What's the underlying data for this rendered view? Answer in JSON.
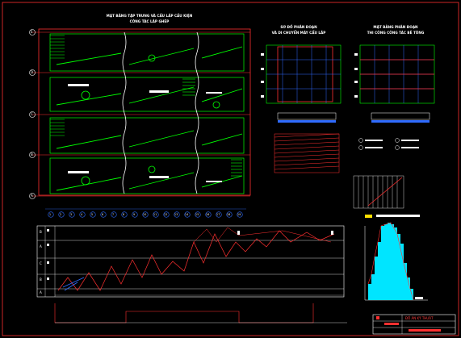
{
  "drawing": {
    "main_title_line1": "MẶT BẰNG TẬP TRUNG VÀ CẤU LẮP CẤU KIỆN",
    "main_title_line2": "CÔNG TÁC LẮP GHÉP",
    "right_title_a_line1": "SƠ ĐỒ PHÂN ĐOẠN",
    "right_title_a_line2": "VÀ DI CHUYỂN MÁY CẨU LẮP",
    "right_title_b_line1": "MẶT BẰNG PHÂN ĐOẠN",
    "right_title_b_line2": "THI CÔNG CÔNG TÁC BÊ TÔNG",
    "axis_letters": [
      "E",
      "D",
      "C",
      "B",
      "A"
    ],
    "axis_numbers": [
      "1",
      "2",
      "3",
      "4",
      "5",
      "6",
      "7",
      "8",
      "9",
      "10",
      "11",
      "12",
      "13",
      "14",
      "15",
      "16",
      "17",
      "18",
      "19"
    ],
    "schedule_row_letters": [
      "B",
      "A",
      "C",
      "B",
      "A"
    ],
    "title_block_label": "ĐỒ ÁN KỸ THUẬT",
    "colors": {
      "background": "#000000",
      "lines_green": "#00ff00",
      "lines_red": "#ff3030",
      "histogram_cyan": "#00e5ff",
      "text_white": "#ffffff",
      "grid_blue": "#2f6bff",
      "accent_yellow": "#ffe000"
    }
  }
}
